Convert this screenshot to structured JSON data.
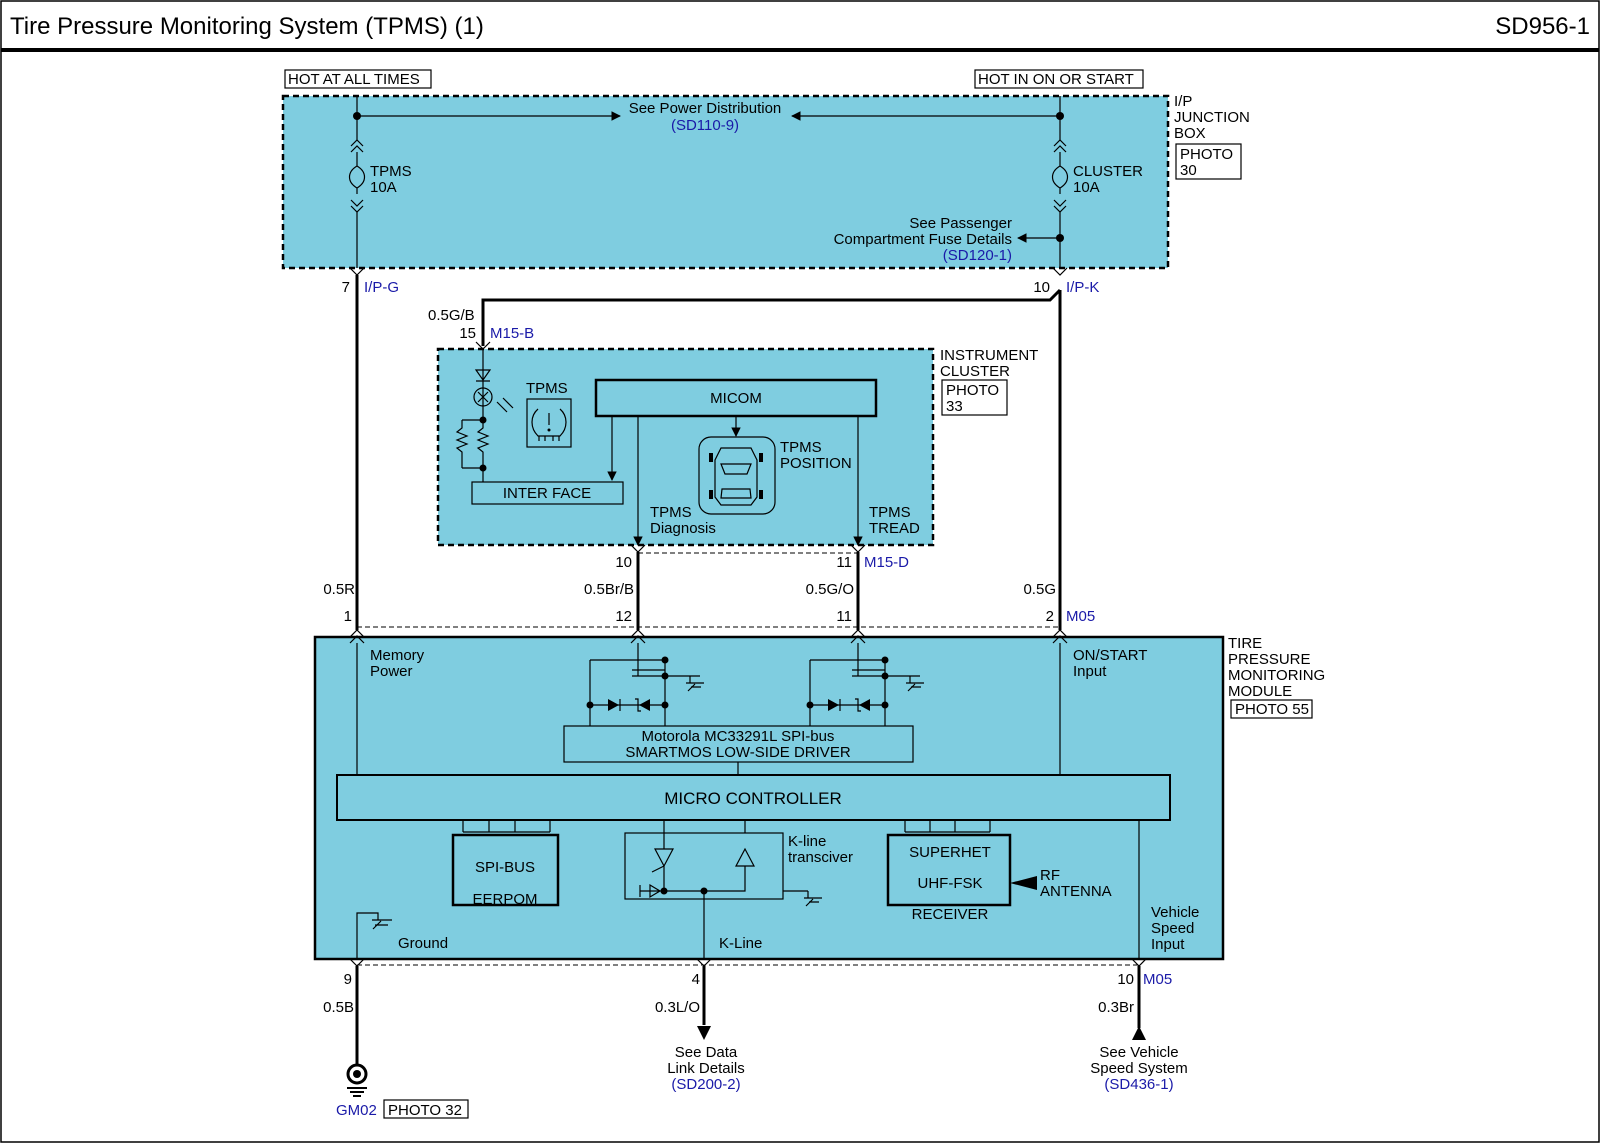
{
  "header": {
    "title": "Tire Pressure Monitoring System (TPMS) (1)",
    "code": "SD956-1"
  },
  "power": {
    "hot_at_all_times": "HOT AT ALL TIMES",
    "hot_in_on_or_start": "HOT IN ON OR START",
    "see_power_distribution": "See Power Distribution",
    "power_ref": "(SD110-9)"
  },
  "junction_box": {
    "label_l1": "I/P",
    "label_l2": "JUNCTION",
    "label_l3": "BOX",
    "photo_l1": "PHOTO",
    "photo_l2": "30",
    "fuse_tpms_l1": "TPMS",
    "fuse_tpms_l2": "10A",
    "fuse_cluster_l1": "CLUSTER",
    "fuse_cluster_l2": "10A",
    "passenger_l1": "See Passenger",
    "passenger_l2": "Compartment Fuse Details",
    "passenger_ref": "(SD120-1)",
    "pin_left": "7",
    "conn_left": "I/P-G",
    "pin_right": "10",
    "conn_right": "I/P-K"
  },
  "cluster": {
    "wire_in": "0.5G/B",
    "pin_in": "15",
    "conn_in": "M15-B",
    "label_l1": "INSTRUMENT",
    "label_l2": "CLUSTER",
    "photo_l1": "PHOTO",
    "photo_l2": "33",
    "tpms_lamp": "TPMS",
    "micom": "MICOM",
    "interface": "INTER FACE",
    "position_l1": "TPMS",
    "position_l2": "POSITION",
    "diag_l1": "TPMS",
    "diag_l2": "Diagnosis",
    "tread_l1": "TPMS",
    "tread_l2": "TREAD",
    "pin_diag": "10",
    "pin_tread": "11",
    "conn_out": "M15-D"
  },
  "wires": {
    "w1": "0.5R",
    "w12": "0.5Br/B",
    "w11": "0.5G/O",
    "w2": "0.5G",
    "pin1": "1",
    "pin12": "12",
    "pin11": "11",
    "pin2": "2",
    "conn": "M05"
  },
  "module": {
    "label_l1": "TIRE",
    "label_l2": "PRESSURE",
    "label_l3": "MONITORING",
    "label_l4": "MODULE",
    "photo": "PHOTO 55",
    "memory_l1": "Memory",
    "memory_l2": "Power",
    "onstart_l1": "ON/START",
    "onstart_l2": "Input",
    "driver_l1": "Motorola MC33291L SPI-bus",
    "driver_l2": "SMARTMOS LOW-SIDE DRIVER",
    "micro": "MICRO CONTROLLER",
    "spi_l1": "SPI-BUS",
    "spi_l2": "EERPOM",
    "kline_trans_l1": "K-line",
    "kline_trans_l2": "transciver",
    "rx_l1": "SUPERHET",
    "rx_l2": "UHF-FSK",
    "rx_l3": "RECEIVER",
    "rf_l1": "RF",
    "rf_l2": "ANTENNA",
    "vss_l1": "Vehicle",
    "vss_l2": "Speed",
    "vss_l3": "Input",
    "ground": "Ground",
    "kline": "K-Line"
  },
  "bottom": {
    "pin9": "9",
    "w9": "0.5B",
    "ground_id": "GM02",
    "ground_photo": "PHOTO 32",
    "pin4": "4",
    "w4": "0.3L/O",
    "data_l1": "See Data",
    "data_l2": "Link Details",
    "data_ref": "(SD200-2)",
    "pin10": "10",
    "conn10": "M05",
    "w10": "0.3Br",
    "vss_l1": "See Vehicle",
    "vss_l2": "Speed System",
    "vss_ref": "(SD436-1)"
  }
}
